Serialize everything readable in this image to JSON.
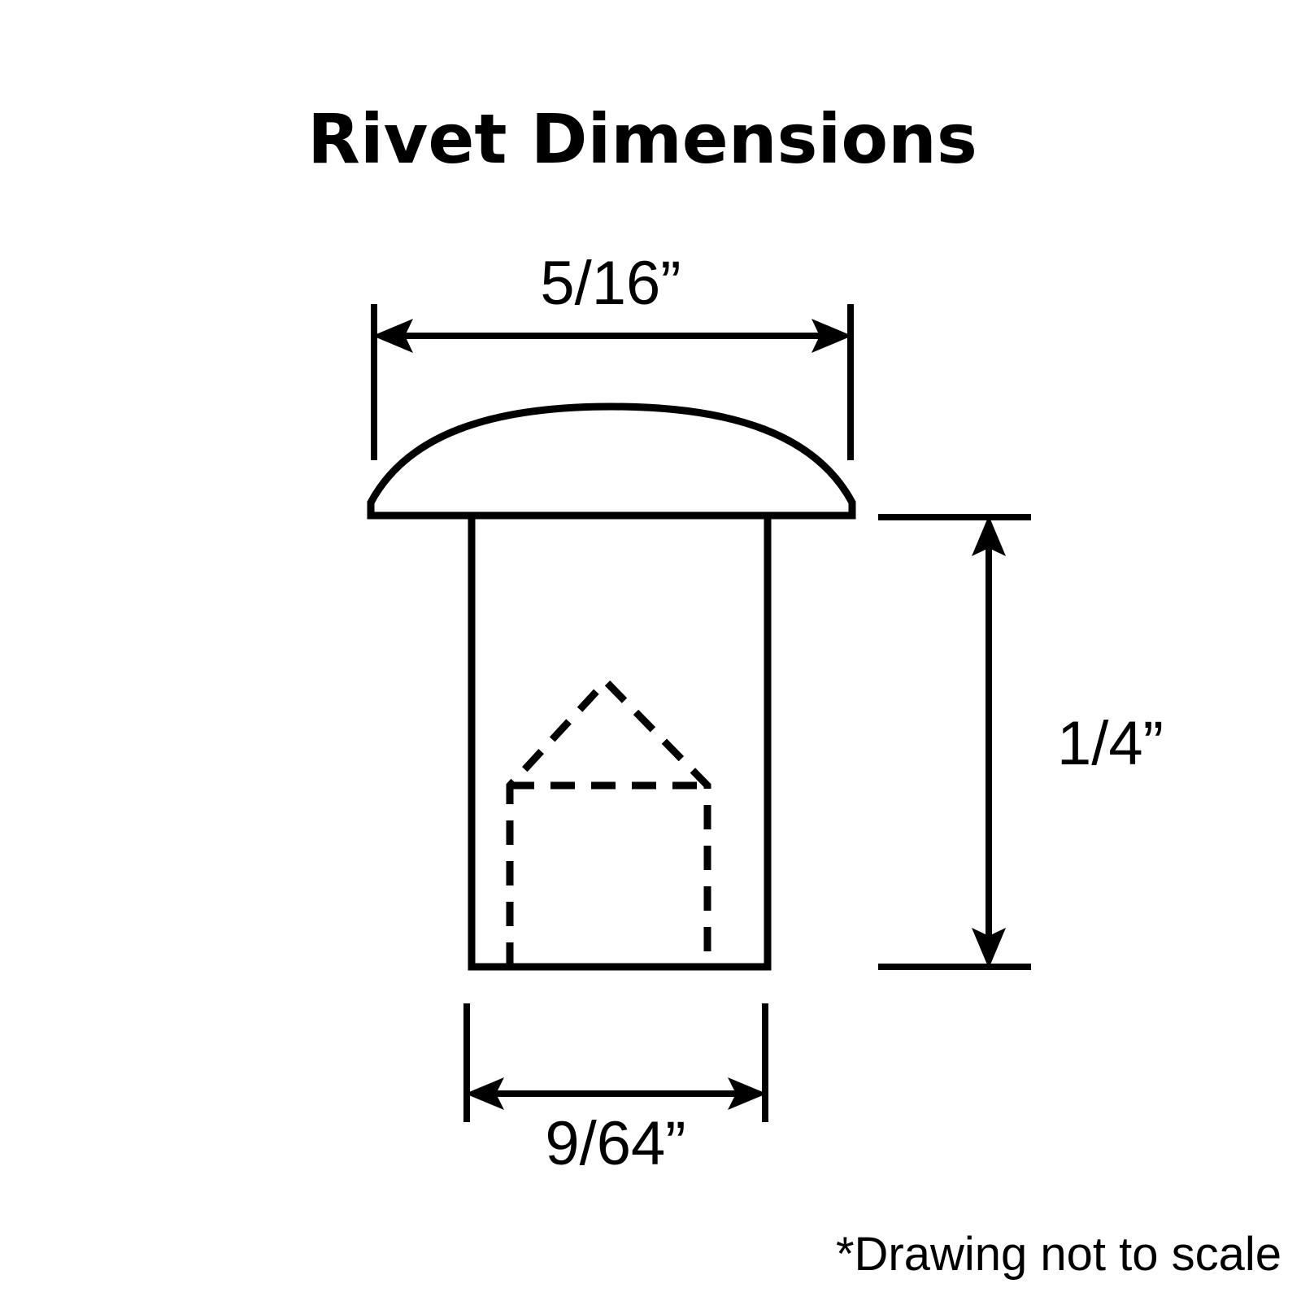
{
  "figure": {
    "title": "Rivet Dimensions",
    "footnote": "*Drawing not to scale",
    "background_color": "#ffffff",
    "line_color": "#000000"
  },
  "dimensions": {
    "head_diameter": {
      "label": "5/16”",
      "value": "5/16",
      "unit": "inch",
      "orientation": "horizontal",
      "position": "top",
      "measures": "rivet head diameter"
    },
    "shank_length": {
      "label": "1/4”",
      "value": "1/4",
      "unit": "inch",
      "orientation": "vertical",
      "position": "right",
      "measures": "shank length below head"
    },
    "shank_diameter": {
      "label": "9/64”",
      "value": "9/64",
      "unit": "inch",
      "orientation": "horizontal",
      "position": "bottom",
      "measures": "rivet shank diameter"
    }
  },
  "part": {
    "name": "rivet",
    "head_style": "round / dome head",
    "features": [
      "dome head drawn as solid outline",
      "cylindrical shank drawn as solid outline",
      "internal hidden cavity drawn as dashed pentagon (house shape)"
    ]
  },
  "chart_data": {
    "type": "table",
    "title": "Rivet Dimensions",
    "categories": [
      "Head diameter",
      "Shank length",
      "Shank diameter"
    ],
    "labels": [
      "5/16”",
      "1/4”",
      "9/64”"
    ],
    "values": [
      0.3125,
      0.25,
      0.140625
    ],
    "unit": "inch",
    "annotations": [
      "*Drawing not to scale"
    ]
  }
}
